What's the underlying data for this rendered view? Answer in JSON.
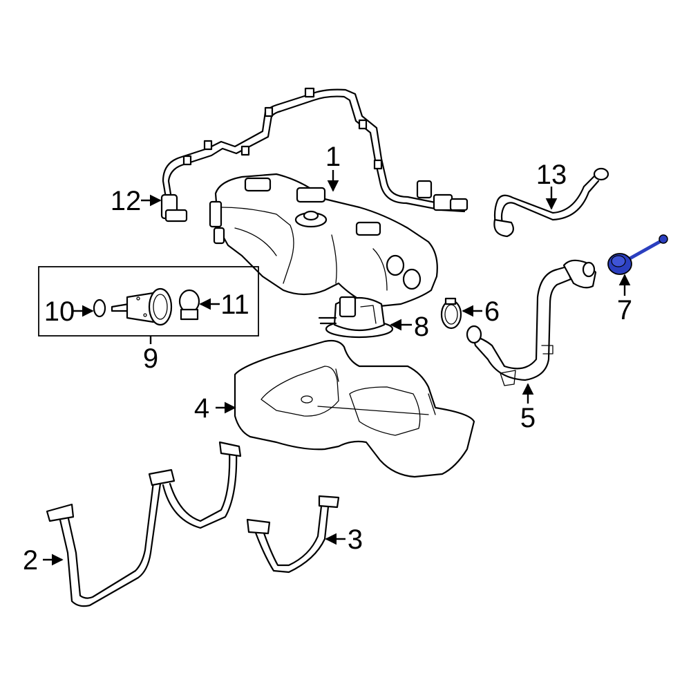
{
  "callouts": {
    "c1": "1",
    "c2": "2",
    "c3": "3",
    "c4": "4",
    "c5": "5",
    "c6": "6",
    "c7": "7",
    "c8": "8",
    "c9": "9",
    "c10": "10",
    "c11": "11",
    "c12": "12",
    "c13": "13"
  },
  "colors": {
    "highlight": "#2b3fbf",
    "line": "#000000",
    "background": "#ffffff"
  }
}
